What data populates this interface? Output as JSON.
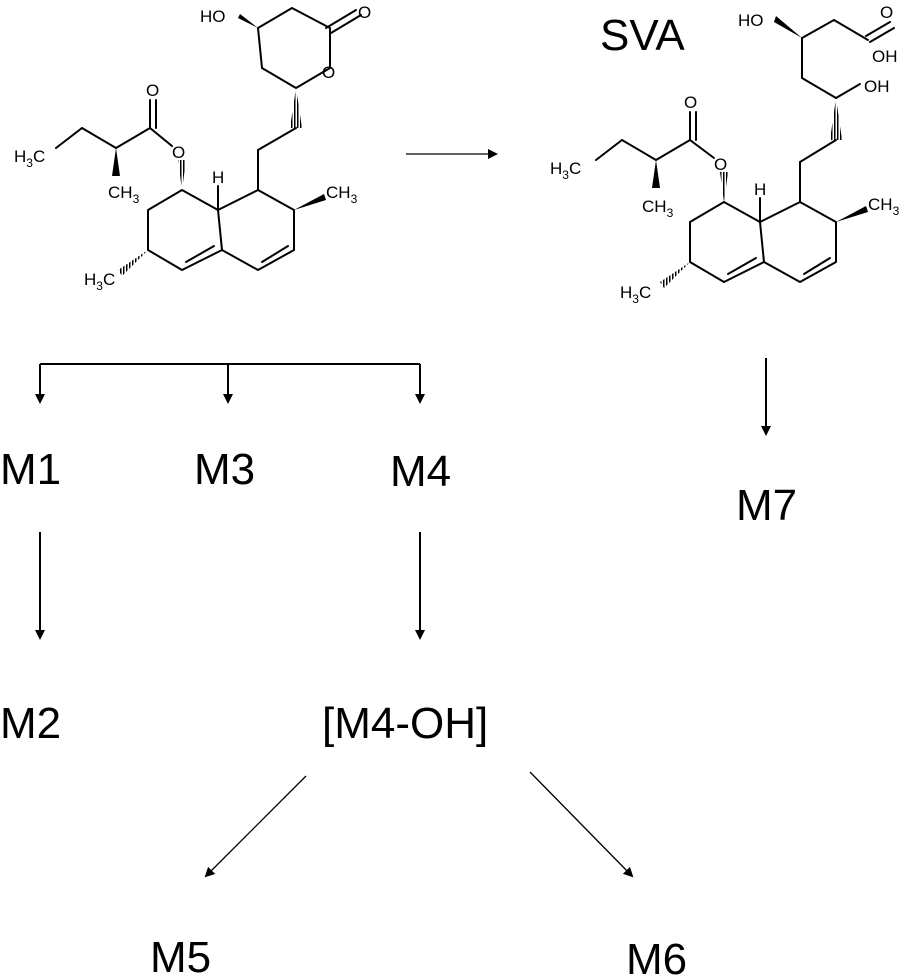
{
  "diagram": {
    "parent_label": "",
    "sva_label": "SVA",
    "nodes": {
      "m1": "M1",
      "m2": "M2",
      "m3": "M3",
      "m4": "M4",
      "m4oh": "[M4-OH]",
      "m5": "M5",
      "m6": "M6",
      "m7": "M7"
    },
    "atoms": {
      "ho": "HO",
      "oh": "OH",
      "o": "O",
      "h": "H",
      "h3c": "H3C",
      "ch3": "CH3"
    }
  }
}
